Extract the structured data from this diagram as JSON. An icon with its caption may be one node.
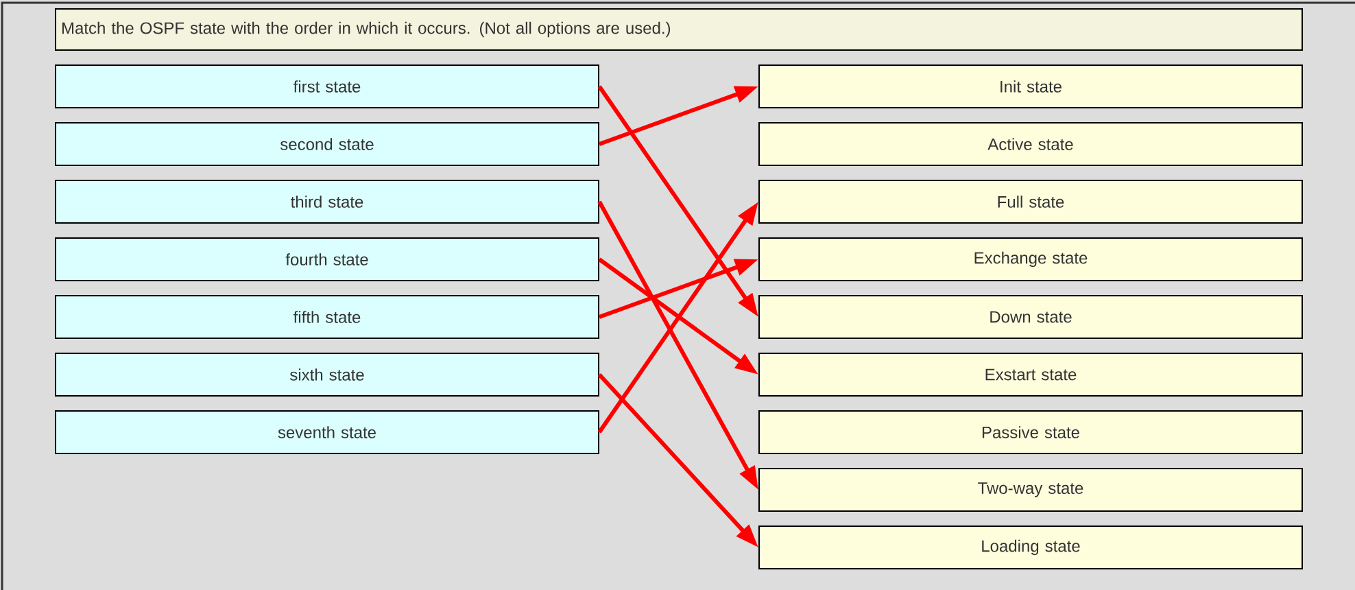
{
  "diagram": {
    "nodes": [
      {
        "text": [
          "Match the OSPF state with the order in which it occurs. (Not all options are used.)"
        ]
      },
      {
        "text": [
          "first state"
        ]
      },
      {
        "text": [
          "second state"
        ]
      },
      {
        "text": [
          "third state"
        ]
      },
      {
        "text": [
          "fourth state"
        ]
      },
      {
        "text": [
          "fifth state"
        ]
      },
      {
        "text": [
          "sixth state"
        ]
      },
      {
        "text": [
          "seventh state"
        ]
      },
      {
        "text": [
          "Init state"
        ]
      },
      {
        "text": [
          "Active state"
        ]
      },
      {
        "text": [
          "Full state"
        ]
      },
      {
        "text": [
          "Exchange state"
        ]
      },
      {
        "text": [
          "Down state"
        ]
      },
      {
        "text": [
          "Exstart state"
        ]
      },
      {
        "text": [
          "Passive state"
        ]
      },
      {
        "text": [
          "Two-way state"
        ]
      },
      {
        "text": [
          "Loading state"
        ]
      }
    ],
    "edges": [
      {
        "from": 1,
        "to": 12,
        "arrow": "to"
      },
      {
        "from": 2,
        "to": 8,
        "arrow": "to"
      },
      {
        "from": 3,
        "to": 15,
        "arrow": "to"
      },
      {
        "from": 4,
        "to": 13,
        "arrow": "to"
      },
      {
        "from": 5,
        "to": 11,
        "arrow": "to"
      },
      {
        "from": 6,
        "to": 16,
        "arrow": "to"
      },
      {
        "from": 7,
        "to": 10,
        "arrow": "to"
      }
    ]
  }
}
